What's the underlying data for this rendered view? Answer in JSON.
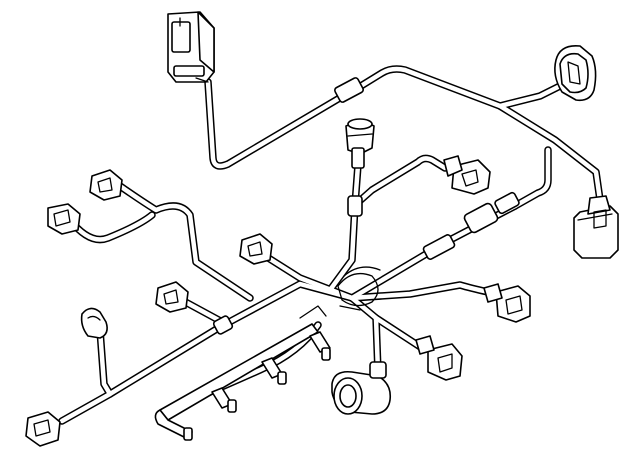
{
  "figure": {
    "type": "engine wiring harness exploded view",
    "background_color": "#ffffff",
    "line_color": "#000000",
    "printed_text": []
  },
  "connectors": [
    {
      "name": "top-multipin-connector-icon",
      "shape": "large rectangular plug"
    },
    {
      "name": "top-right-round-connector-icon",
      "shape": "oval plug"
    },
    {
      "name": "sensor-connector-icon",
      "shape": "inline sensor plug"
    },
    {
      "name": "right-socket-connector-icon",
      "shape": "square socket"
    },
    {
      "name": "left-plug-1-icon",
      "shape": "small plug"
    },
    {
      "name": "left-plug-2-icon",
      "shape": "small plug"
    },
    {
      "name": "center-plug-icon",
      "shape": "small plug"
    },
    {
      "name": "mid-left-plug-icon",
      "shape": "small plug"
    },
    {
      "name": "elbow-boot-icon",
      "shape": "elbow boot"
    },
    {
      "name": "bottom-left-plug-icon",
      "shape": "small plug"
    },
    {
      "name": "right-plug-upper-icon",
      "shape": "small plug"
    },
    {
      "name": "right-plug-middle-icon",
      "shape": "small plug"
    },
    {
      "name": "right-plug-lower-icon",
      "shape": "small plug"
    },
    {
      "name": "ring-terminal-icon",
      "shape": "cylindrical ring terminal"
    },
    {
      "name": "injector-rail-icon",
      "shape": "comb rail with four tabs"
    }
  ]
}
